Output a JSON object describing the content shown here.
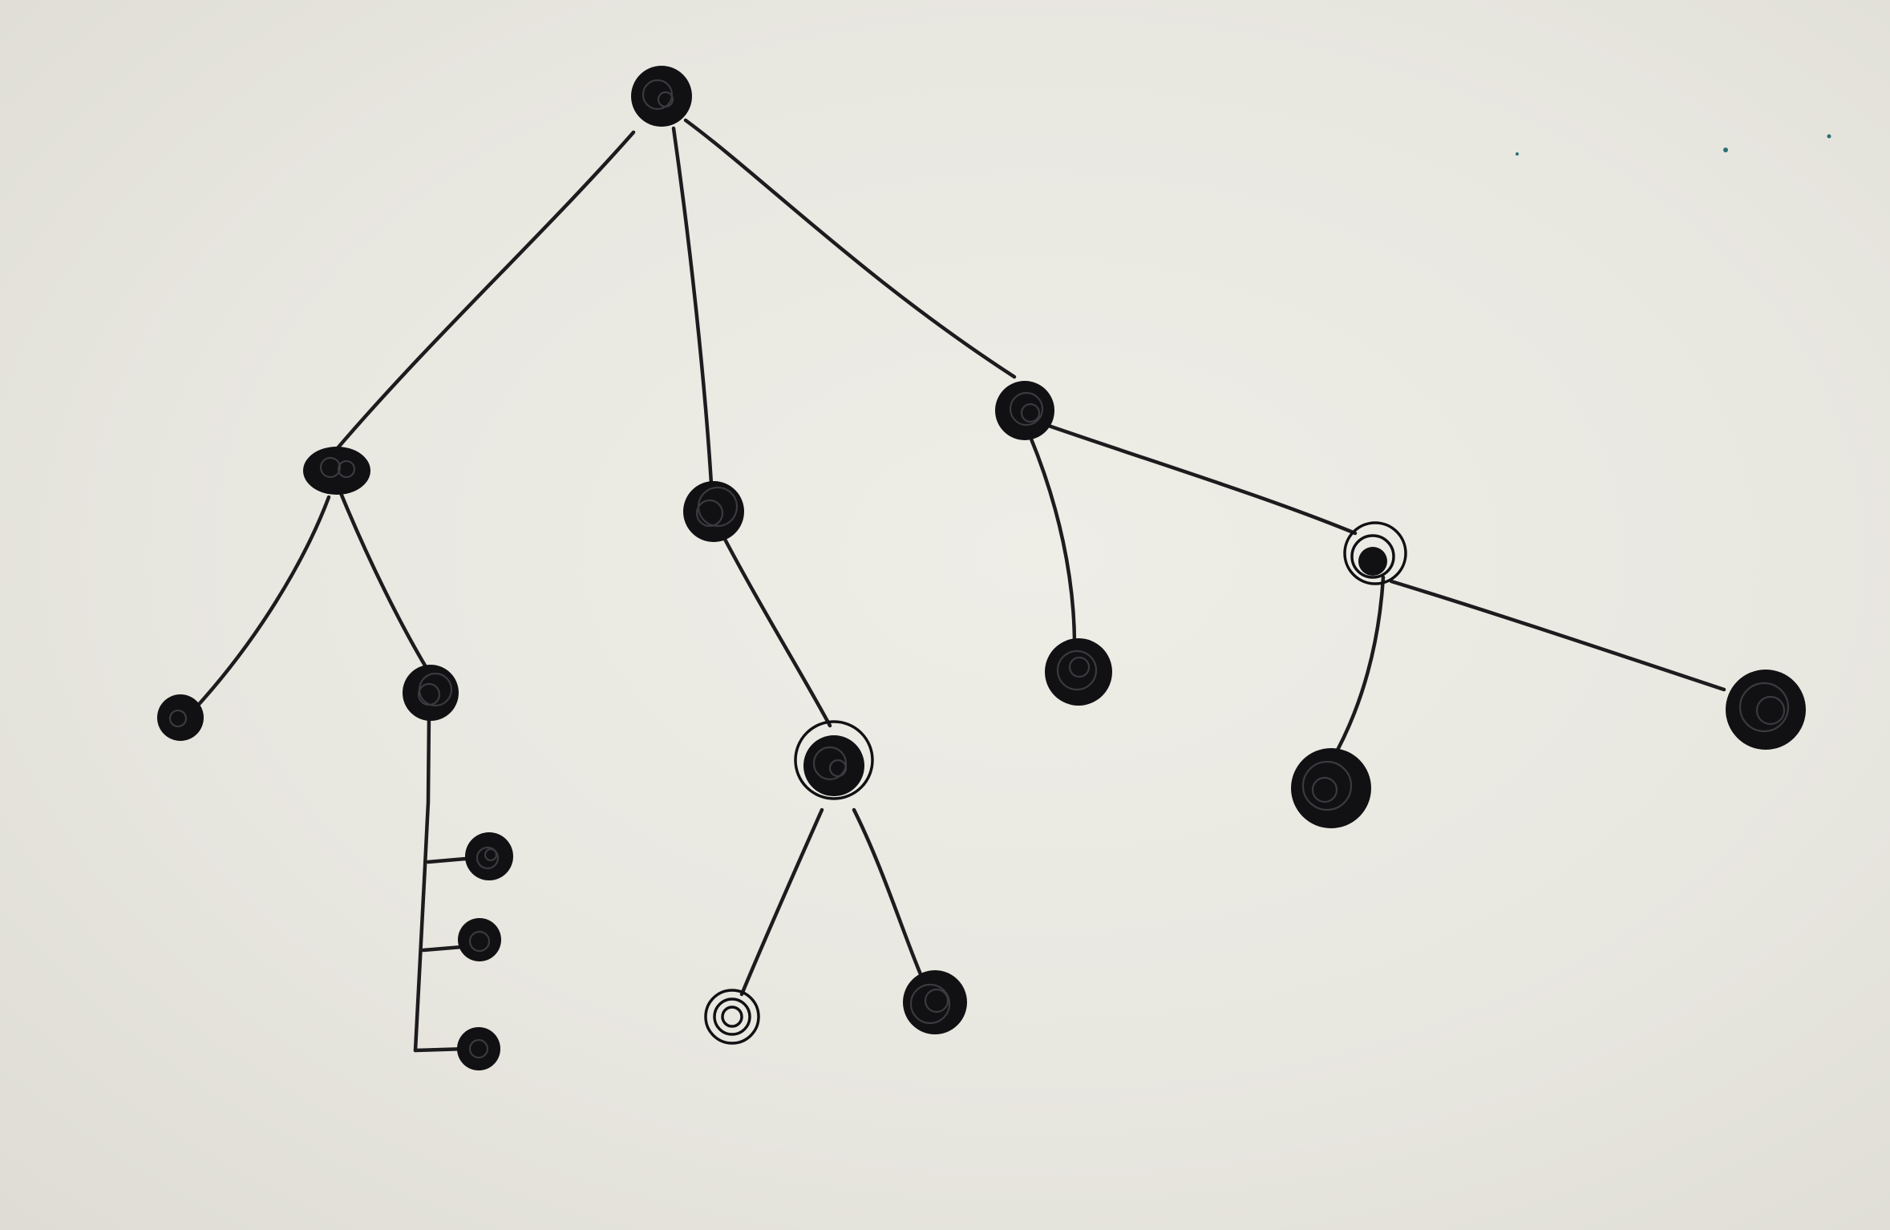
{
  "diagram": {
    "type": "tree",
    "colors": {
      "paper": "#e6e5de",
      "ink": "#111114"
    },
    "nodes": [
      {
        "id": "root"
      },
      {
        "id": "a"
      },
      {
        "id": "a1"
      },
      {
        "id": "a2"
      },
      {
        "id": "a2-1"
      },
      {
        "id": "a2-2"
      },
      {
        "id": "a2-3"
      },
      {
        "id": "b"
      },
      {
        "id": "b1"
      },
      {
        "id": "b1-1"
      },
      {
        "id": "b1-2"
      },
      {
        "id": "c"
      },
      {
        "id": "c1"
      },
      {
        "id": "c2"
      },
      {
        "id": "c2-1"
      },
      {
        "id": "c2-2"
      }
    ],
    "edges": [
      {
        "from": "root",
        "to": "a"
      },
      {
        "from": "root",
        "to": "b"
      },
      {
        "from": "root",
        "to": "c"
      },
      {
        "from": "a",
        "to": "a1"
      },
      {
        "from": "a",
        "to": "a2"
      },
      {
        "from": "a2",
        "to": "a2-1"
      },
      {
        "from": "a2",
        "to": "a2-2"
      },
      {
        "from": "a2",
        "to": "a2-3"
      },
      {
        "from": "b",
        "to": "b1"
      },
      {
        "from": "b1",
        "to": "b1-1"
      },
      {
        "from": "b1",
        "to": "b1-2"
      },
      {
        "from": "c",
        "to": "c1"
      },
      {
        "from": "c",
        "to": "c2"
      },
      {
        "from": "c2",
        "to": "c2-1"
      },
      {
        "from": "c2",
        "to": "c2-2"
      }
    ]
  }
}
